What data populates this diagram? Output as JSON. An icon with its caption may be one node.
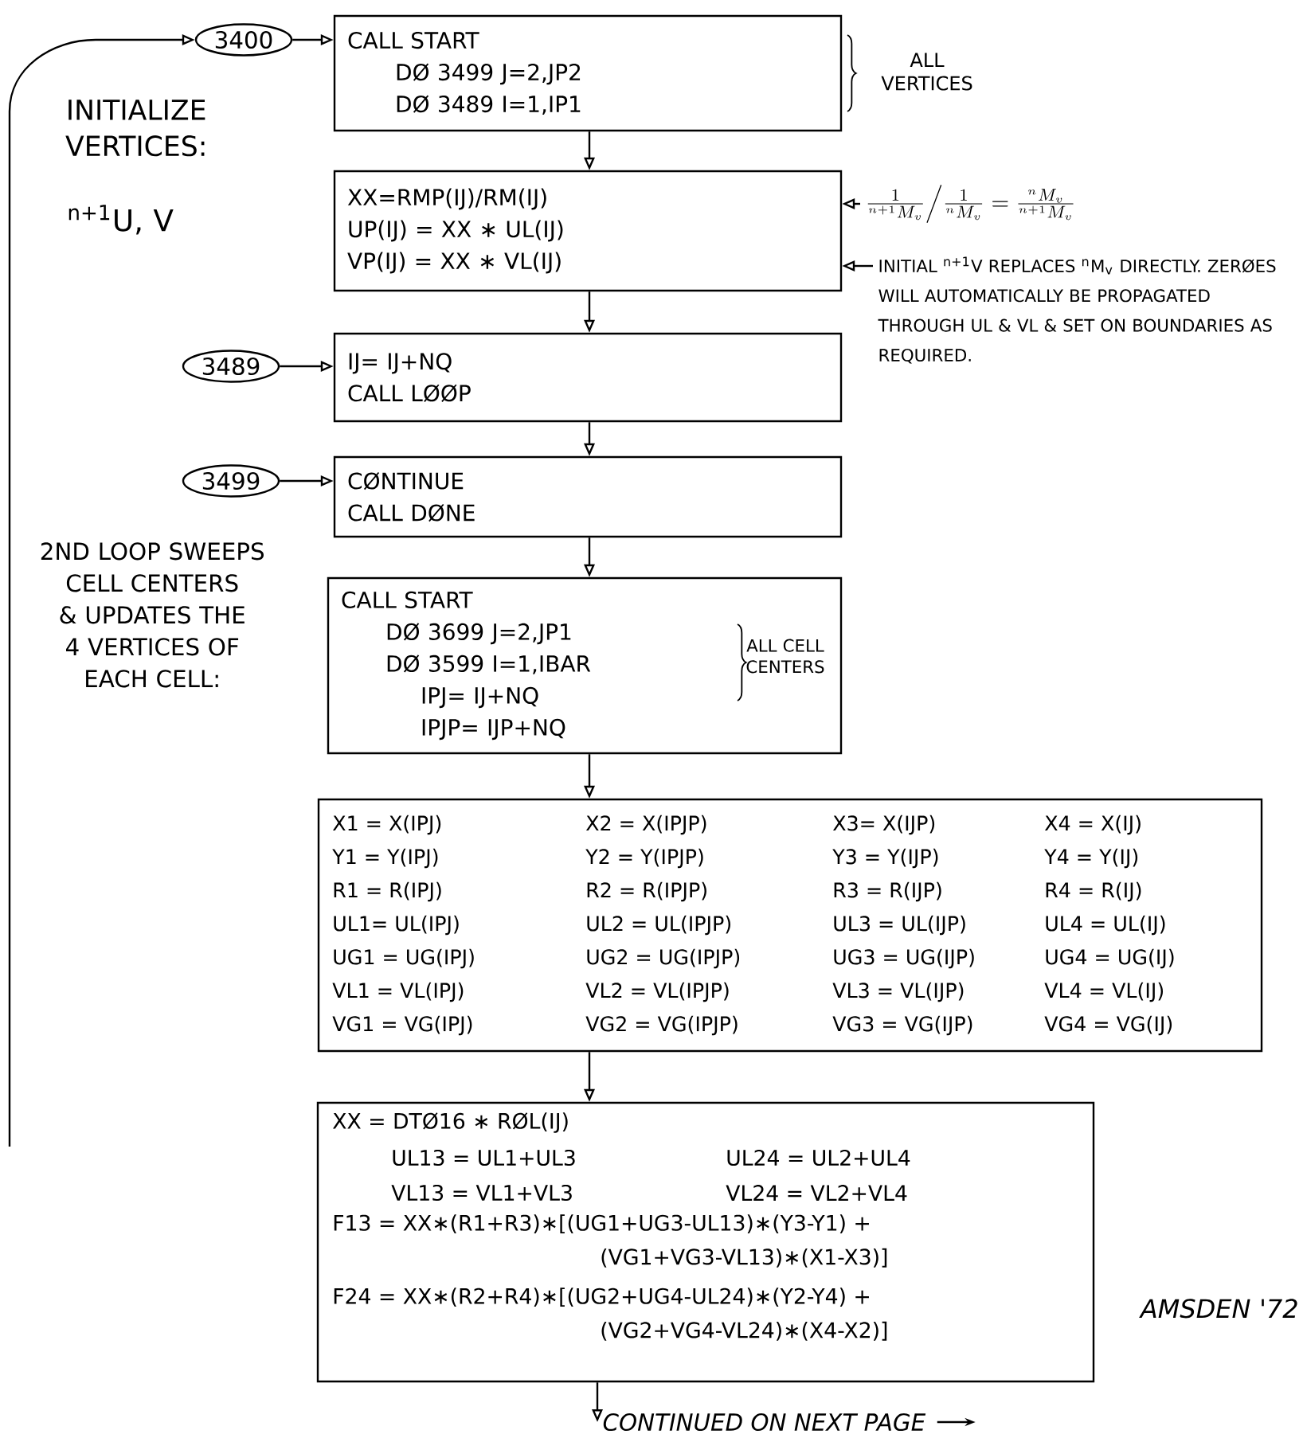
{
  "diagram": {
    "nodes": [
      {
        "text": [
          "3400"
        ]
      },
      {
        "text": [
          "CALL START",
          "DØ 3499 J=2,JP2",
          "DØ 3489 I=1,IP1"
        ],
        "beside": [
          "ALL VERTICES"
        ]
      },
      {
        "text": [
          "XX=RMP(IJ)/RM(IJ)",
          "UP(IJ) = XX ∗ UL(IJ)",
          "VP(IJ) = XX ∗ VL(IJ)"
        ]
      },
      {
        "text": [
          "3489"
        ]
      },
      {
        "text": [
          "IJ= IJ+NQ",
          "CALL LØØP"
        ]
      },
      {
        "text": [
          "3499"
        ]
      },
      {
        "text": [
          "CØNTINUE",
          "CALL DØNE"
        ]
      },
      {
        "text": [
          "CALL START",
          "DØ 3699 J=2,JP1",
          "DØ 3599 I=1,IBAR",
          "IPJ= IJ+NQ",
          "IPJP= IJP+NQ",
          "ALL CELL CENTERS"
        ]
      },
      {
        "text": [
          "X1 = X(IPJ)",
          "X2 = X(IPJP)",
          "X3= X(IJP)",
          "X4 = X(IJ)",
          "Y1 = Y(IPJ)",
          "Y2 = Y(IPJP)",
          "Y3 = Y(IJP)",
          "Y4 = Y(IJ)",
          "R1 = R(IPJ)",
          "R2 = R(IPJP)",
          "R3 = R(IJP)",
          "R4 = R(IJ)",
          "UL1= UL(IPJ)",
          "UL2 = UL(IPJP)",
          "UL3 = UL(IJP)",
          "UL4 = UL(IJ)",
          "UG1 = UG(IPJ)",
          "UG2 = UG(IPJP)",
          "UG3 = UG(IJP)",
          "UG4 = UG(IJ)",
          "VL1 = VL(IPJ)",
          "VL2 = VL(IPJP)",
          "VL3 = VL(IJP)",
          "VL4 = VL(IJ)",
          "VG1 = VG(IPJ)",
          "VG2 = VG(IPJP)",
          "VG3 = VG(IJP)",
          "VG4 = VG(IJ)"
        ]
      },
      {
        "text": [
          "XX = DTØ16 ∗ RØL(IJ)",
          "UL13 = UL1+UL3",
          "UL24 = UL2+UL4",
          "VL13 = VL1+VL3",
          "VL24 = VL2+VL4",
          "F13 = XX∗(R1+R3)∗[(UG1+UG3-UL13)∗(Y3-Y1) + (VG1+VG3-VL13)∗(X1-X3)]",
          "F24 = XX∗(R2+R4)∗[(UG2+UG4-UL24)∗(Y2-Y4) + (VG2+VG4-VL24)∗(X4-X2)]"
        ]
      },
      {
        "text": [
          "CONTINUED ON NEXT PAGE"
        ]
      },
      {
        "text": [
          "\\frac{1}{{}^{n+1}M_v}\\Big/\\frac{1}{{}^{n}M_v}=\\frac{{}^{n}M_v}{{}^{n+1}M_v}"
        ]
      },
      {
        "text": [
          "INITIAL $^{n+1}$V REPLACES $^{n}$M$_{v}$ DIRECTLY. ZERØES WILL AUTOMATICALLY BE PROPAGATED THROUGH UL & VL & SET ON BOUNDARIES AS REQUIRED."
        ]
      }
    ],
    "edges": [
      {
        "from": null,
        "to": 0,
        "arrow": "to"
      },
      {
        "from": 0,
        "to": 1,
        "arrow": "to"
      },
      {
        "from": 1,
        "to": 2,
        "arrow": "to"
      },
      {
        "from": 2,
        "to": 4,
        "arrow": "to"
      },
      {
        "from": 3,
        "to": 4,
        "arrow": "to"
      },
      {
        "from": 4,
        "to": 6,
        "arrow": "to"
      },
      {
        "from": 5,
        "to": 6,
        "arrow": "to"
      },
      {
        "from": 6,
        "to": 7,
        "arrow": "to"
      },
      {
        "from": 7,
        "to": 8,
        "arrow": "to"
      },
      {
        "from": 8,
        "to": 9,
        "arrow": "to"
      },
      {
        "from": 9,
        "to": 10,
        "arrow": "to"
      },
      {
        "from": 11,
        "to": 2,
        "arrow": "to"
      },
      {
        "from": 12,
        "to": 2,
        "arrow": "to"
      }
    ],
    "labels": [
      "INITIALIZE VERTICES:",
      "$^{n+1}$U, V",
      "2ND LOOP SWEEPS CELL CENTERS & UPDATES THE 4 VERTICES OF EACH CELL:",
      "AMSDEN '72"
    ]
  }
}
